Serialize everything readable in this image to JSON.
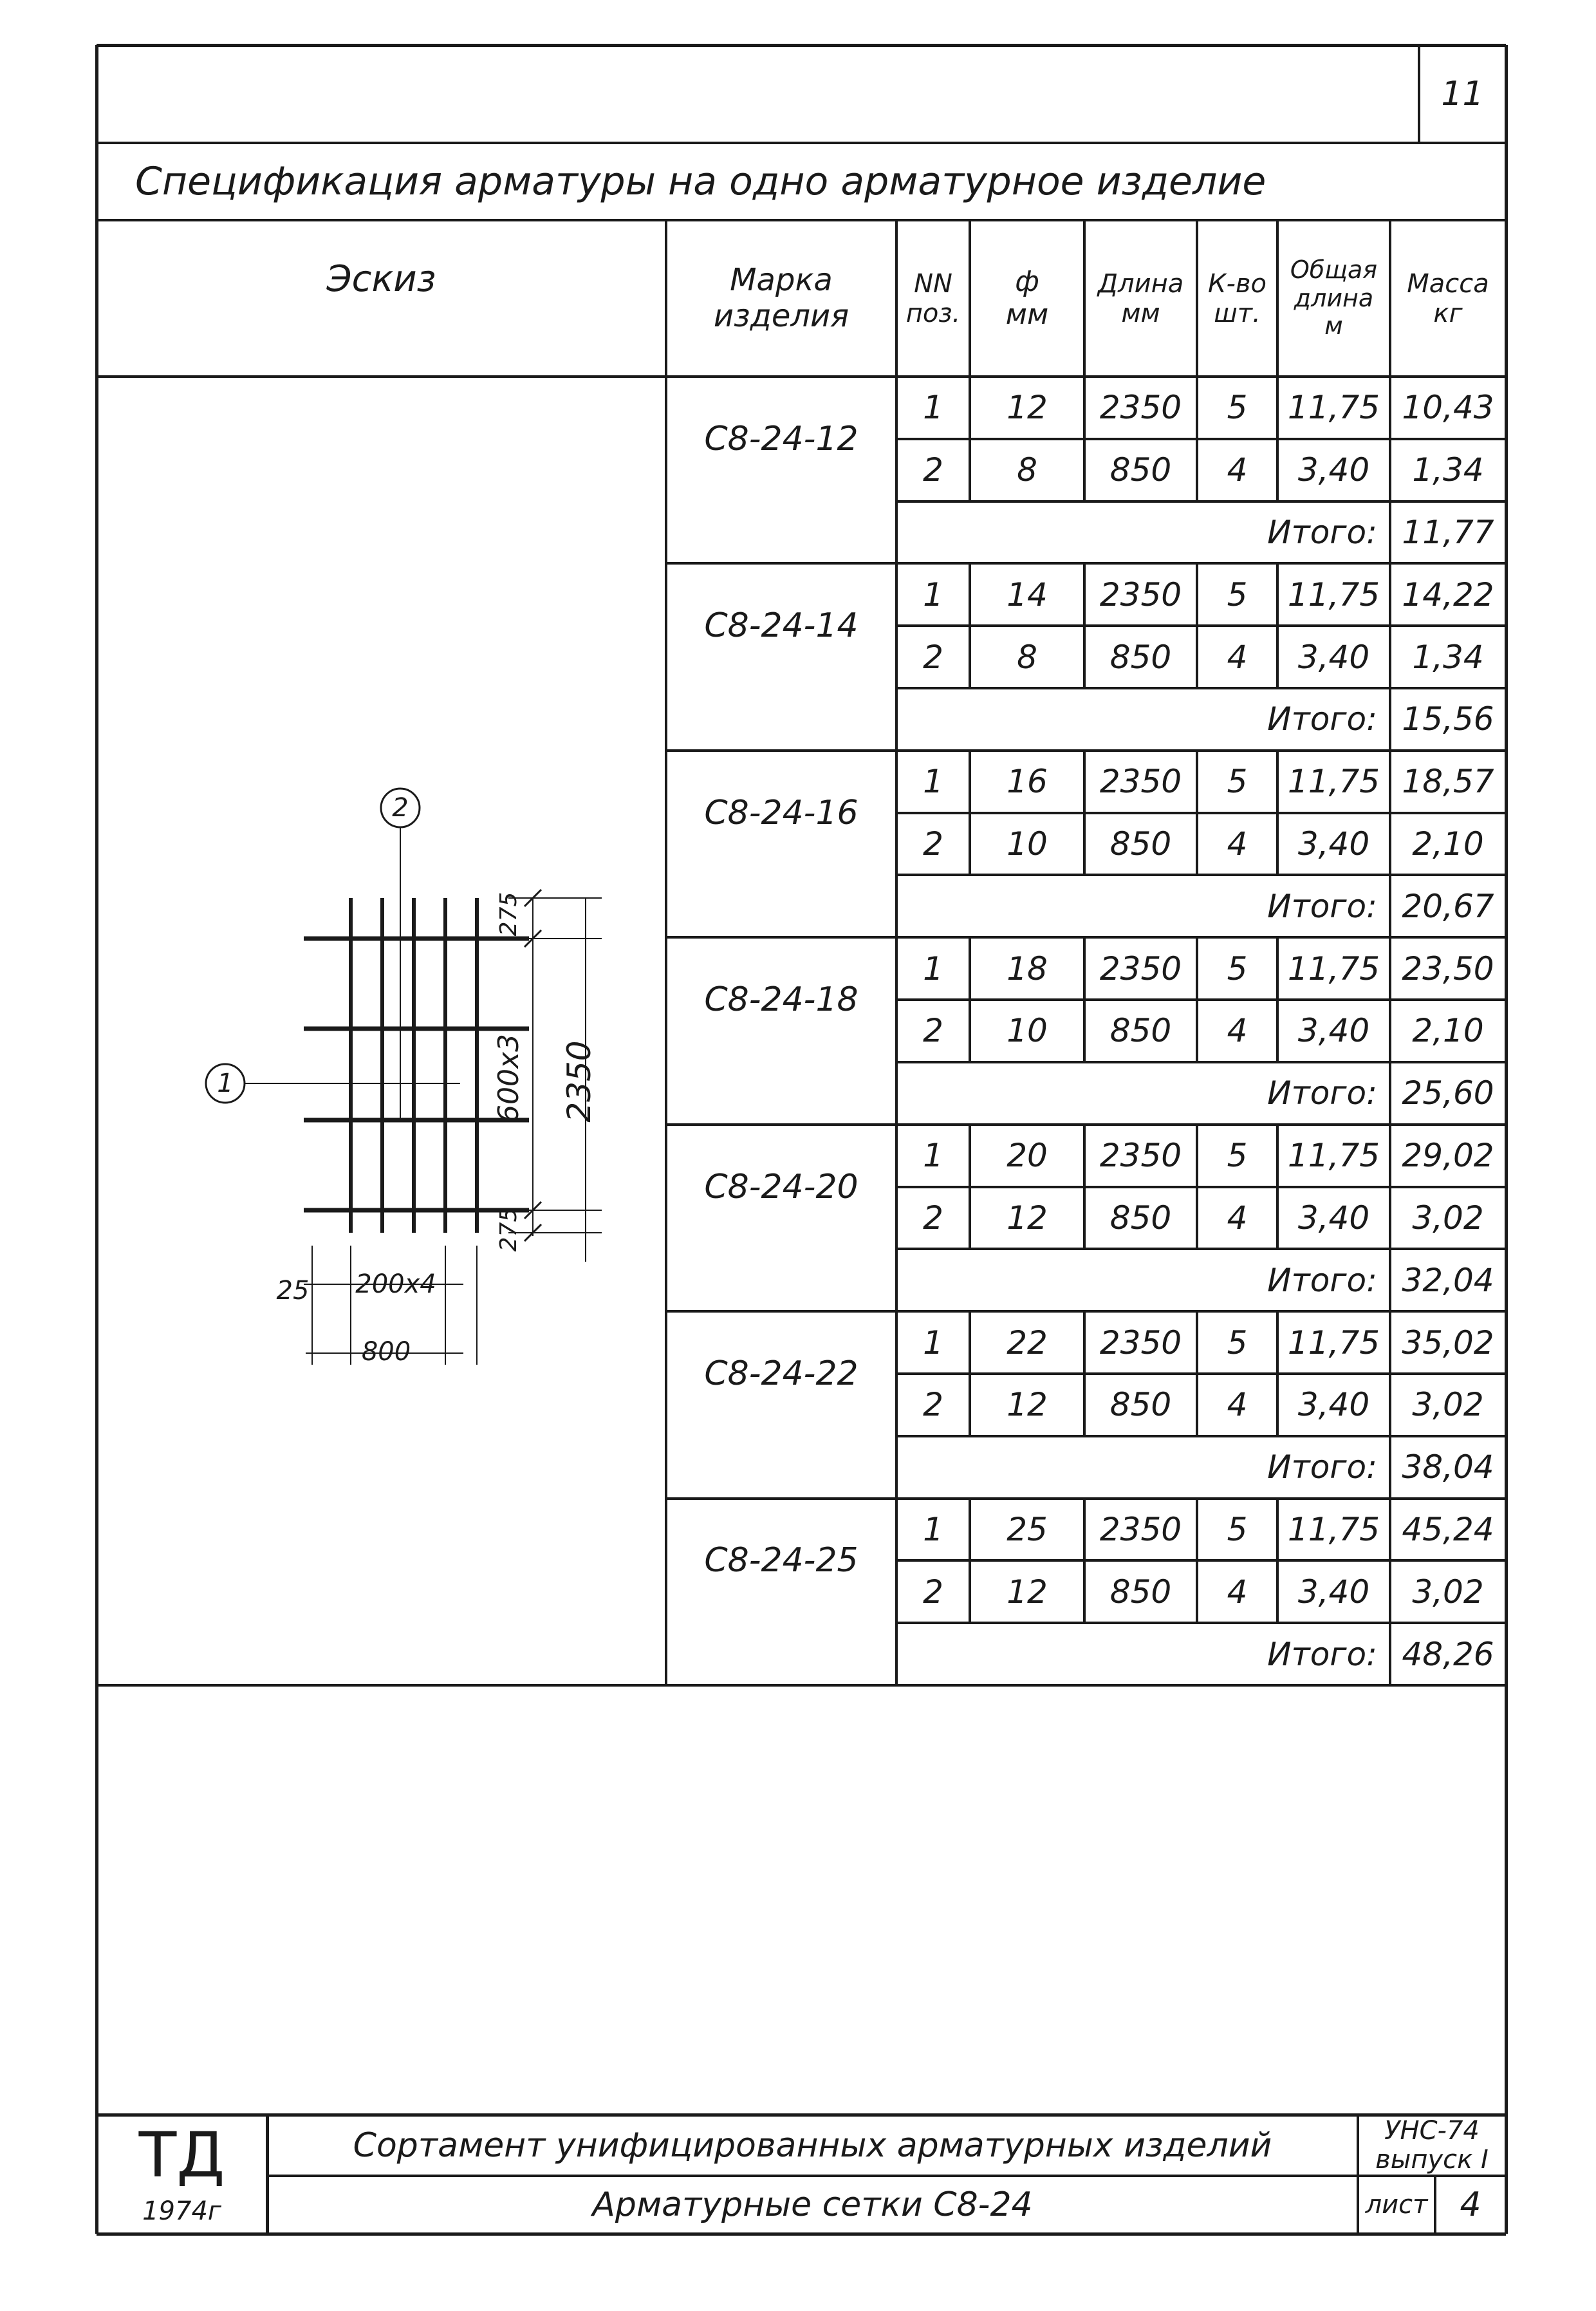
{
  "page_number": "11",
  "title": "Спецификация арматуры на одно арматурное изделие",
  "headers": {
    "sketch": "Эскиз",
    "mark": [
      "Марка",
      "изделия"
    ],
    "pos": [
      "NN",
      "поз."
    ],
    "dia": [
      "ф",
      "мм"
    ],
    "length": [
      "Длина",
      "мм"
    ],
    "qty": [
      "К-во",
      "шт."
    ],
    "total_len": [
      "Общая",
      "длина",
      "м"
    ],
    "mass": [
      "Масса",
      "кг"
    ]
  },
  "rows": [
    {
      "mark": "С8-24-12",
      "items": [
        {
          "pos": "1",
          "dia": "12",
          "length": "2350",
          "qty": "5",
          "total": "11,75",
          "mass": "10,43"
        },
        {
          "pos": "2",
          "dia": "8",
          "length": "850",
          "qty": "4",
          "total": "3,40",
          "mass": "1,34"
        }
      ],
      "total_label": "Итого:",
      "total_mass": "11,77"
    },
    {
      "mark": "С8-24-14",
      "items": [
        {
          "pos": "1",
          "dia": "14",
          "length": "2350",
          "qty": "5",
          "total": "11,75",
          "mass": "14,22"
        },
        {
          "pos": "2",
          "dia": "8",
          "length": "850",
          "qty": "4",
          "total": "3,40",
          "mass": "1,34"
        }
      ],
      "total_label": "Итого:",
      "total_mass": "15,56"
    },
    {
      "mark": "С8-24-16",
      "items": [
        {
          "pos": "1",
          "dia": "16",
          "length": "2350",
          "qty": "5",
          "total": "11,75",
          "mass": "18,57"
        },
        {
          "pos": "2",
          "dia": "10",
          "length": "850",
          "qty": "4",
          "total": "3,40",
          "mass": "2,10"
        }
      ],
      "total_label": "Итого:",
      "total_mass": "20,67"
    },
    {
      "mark": "С8-24-18",
      "items": [
        {
          "pos": "1",
          "dia": "18",
          "length": "2350",
          "qty": "5",
          "total": "11,75",
          "mass": "23,50"
        },
        {
          "pos": "2",
          "dia": "10",
          "length": "850",
          "qty": "4",
          "total": "3,40",
          "mass": "2,10"
        }
      ],
      "total_label": "Итого:",
      "total_mass": "25,60"
    },
    {
      "mark": "С8-24-20",
      "items": [
        {
          "pos": "1",
          "dia": "20",
          "length": "2350",
          "qty": "5",
          "total": "11,75",
          "mass": "29,02"
        },
        {
          "pos": "2",
          "dia": "12",
          "length": "850",
          "qty": "4",
          "total": "3,40",
          "mass": "3,02"
        }
      ],
      "total_label": "Итого:",
      "total_mass": "32,04"
    },
    {
      "mark": "С8-24-22",
      "items": [
        {
          "pos": "1",
          "dia": "22",
          "length": "2350",
          "qty": "5",
          "total": "11,75",
          "mass": "35,02"
        },
        {
          "pos": "2",
          "dia": "12",
          "length": "850",
          "qty": "4",
          "total": "3,40",
          "mass": "3,02"
        }
      ],
      "total_label": "Итого:",
      "total_mass": "38,04"
    },
    {
      "mark": "С8-24-25",
      "items": [
        {
          "pos": "1",
          "dia": "25",
          "length": "2350",
          "qty": "5",
          "total": "11,75",
          "mass": "45,24"
        },
        {
          "pos": "2",
          "dia": "12",
          "length": "850",
          "qty": "4",
          "total": "3,40",
          "mass": "3,02"
        }
      ],
      "total_label": "Итого:",
      "total_mass": "48,26"
    }
  ],
  "sketch": {
    "pos1": "1",
    "pos2": "2",
    "dim_top": "275",
    "dim_mid": "600x3",
    "dim_total": "2350",
    "dim_bottom": "275",
    "dim_edge": "25",
    "dim_spacing": "200x4",
    "dim_width": "800"
  },
  "stamp": {
    "logo": "ТД",
    "year": "1974г",
    "line1": "Сортамент унифицированных арматурных изделий",
    "line2": "Арматурные сетки С8-24",
    "code1": "УНС-74",
    "code2": "выпуск I",
    "sheet_label": "лист",
    "sheet_no": "4"
  }
}
